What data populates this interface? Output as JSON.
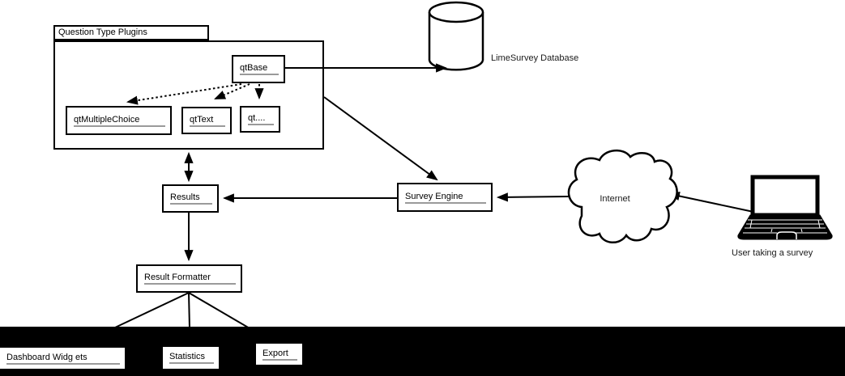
{
  "package": {
    "title": "Question Type Plugins"
  },
  "nodes": {
    "qtBase": "qtBase",
    "qtMultipleChoice": "qtMultipleChoice",
    "qtText": "qtText",
    "qtDots": "qt....",
    "surveyEngine": "Survey Engine",
    "results": "Results",
    "resultFormatter": "Result Formatter",
    "dashboardWidgets": "Dashboard Widg ets",
    "statistics": "Statistics",
    "export": "Export"
  },
  "annotations": {
    "database": "LimeSurvey Database",
    "internet": "Internet",
    "userCaption": "User taking a survey"
  },
  "colors": {
    "stroke": "#000000",
    "fill": "#ffffff",
    "labelUnderline": "#9a9a9a",
    "bottomBar": "#000000"
  },
  "connections": [
    {
      "from": "qtBase",
      "to": "LimeSurvey Database",
      "style": "solid",
      "arrow": "to"
    },
    {
      "from": "qtBase",
      "to": "qtMultipleChoice",
      "style": "dotted",
      "arrow": "to"
    },
    {
      "from": "qtBase",
      "to": "qtText",
      "style": "dotted",
      "arrow": "to"
    },
    {
      "from": "qtBase",
      "to": "qt....",
      "style": "dotted",
      "arrow": "to"
    },
    {
      "from": "Question Type Plugins",
      "to": "Survey Engine",
      "style": "solid",
      "arrow": "to"
    },
    {
      "from": "Question Type Plugins",
      "to": "Results",
      "style": "solid",
      "arrow": "both"
    },
    {
      "from": "Survey Engine",
      "to": "Results",
      "style": "solid",
      "arrow": "to"
    },
    {
      "from": "Internet",
      "to": "Survey Engine",
      "style": "solid",
      "arrow": "to"
    },
    {
      "from": "User taking a survey",
      "to": "Internet",
      "style": "solid",
      "arrow": "to"
    },
    {
      "from": "Results",
      "to": "Result Formatter",
      "style": "solid",
      "arrow": "to"
    },
    {
      "from": "Result Formatter",
      "to": "Dashboard Widg ets",
      "style": "solid",
      "arrow": "none"
    },
    {
      "from": "Result Formatter",
      "to": "Statistics",
      "style": "solid",
      "arrow": "none"
    },
    {
      "from": "Result Formatter",
      "to": "Export",
      "style": "solid",
      "arrow": "none"
    }
  ]
}
